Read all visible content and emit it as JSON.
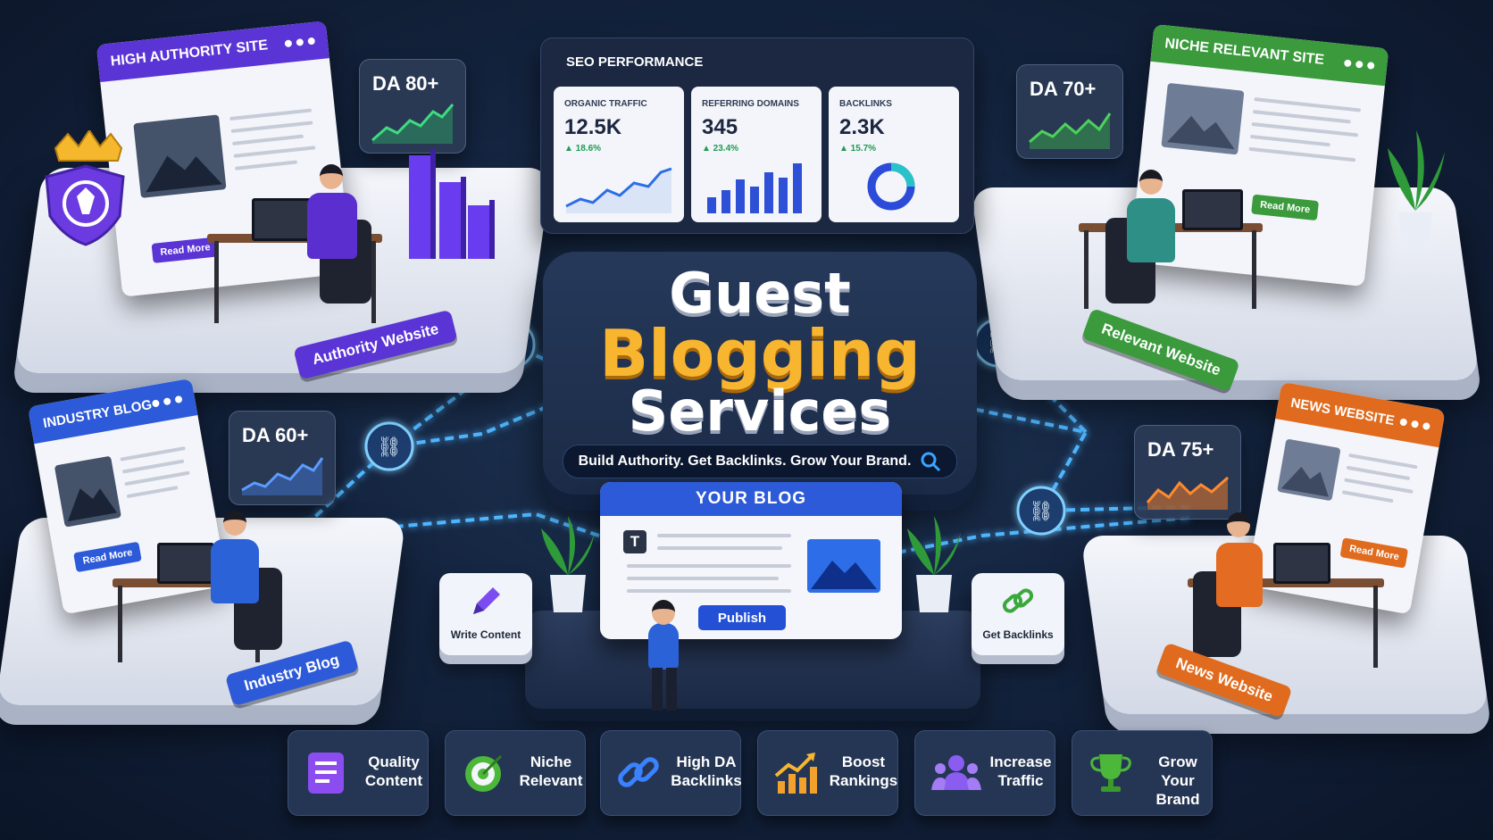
{
  "colors": {
    "background": "#14243f",
    "purple": "#5b34d6",
    "green": "#3a9a3c",
    "blue": "#2d5ad8",
    "orange": "#e06b1e",
    "gold": "#f7b530",
    "link_glow": "#4fb6ff"
  },
  "sites": {
    "authority": {
      "title": "HIGH AUTHORITY SITE",
      "read_more": "Read More",
      "da": "DA 80+",
      "label": "Authority Website"
    },
    "niche": {
      "title": "NICHE RELEVANT SITE",
      "read_more": "Read More",
      "da": "DA 70+",
      "label": "Relevant Website"
    },
    "industry": {
      "title": "INDUSTRY BLOG",
      "read_more": "Read More",
      "da": "DA 60+",
      "label": "Industry Blog"
    },
    "news": {
      "title": "NEWS WEBSITE",
      "read_more": "Read More",
      "da": "DA 75+",
      "label": "News Website"
    }
  },
  "seo_panel": {
    "title": "SEO PERFORMANCE",
    "stats": [
      {
        "label": "ORGANIC TRAFFIC",
        "value": "12.5K",
        "change": "▲ 18.6%",
        "chart": "line"
      },
      {
        "label": "REFERRING DOMAINS",
        "value": "345",
        "change": "▲ 23.4%",
        "chart": "bars"
      },
      {
        "label": "BACKLINKS",
        "value": "2.3K",
        "change": "▲ 15.7%",
        "chart": "donut"
      }
    ]
  },
  "hero": {
    "line1": "Guest",
    "line2": "Blogging",
    "line3": "Services",
    "tagline": "Build Authority. Get Backlinks. Grow Your Brand."
  },
  "blog": {
    "title": "YOUR BLOG",
    "publish": "Publish",
    "t_letter": "T",
    "left_card": "Write Content",
    "right_card": "Get Backlinks"
  },
  "features": [
    {
      "line1": "Quality",
      "line2": "Content",
      "icon": "document-icon"
    },
    {
      "line1": "Niche",
      "line2": "Relevant",
      "icon": "target-icon"
    },
    {
      "line1": "High DA",
      "line2": "Backlinks",
      "icon": "link-icon"
    },
    {
      "line1": "Boost",
      "line2": "Rankings",
      "icon": "rising-chart-icon"
    },
    {
      "line1": "Increase",
      "line2": "Traffic",
      "icon": "users-icon"
    },
    {
      "line1": "Grow",
      "line2": "Your Brand",
      "icon": "trophy-icon"
    }
  ]
}
